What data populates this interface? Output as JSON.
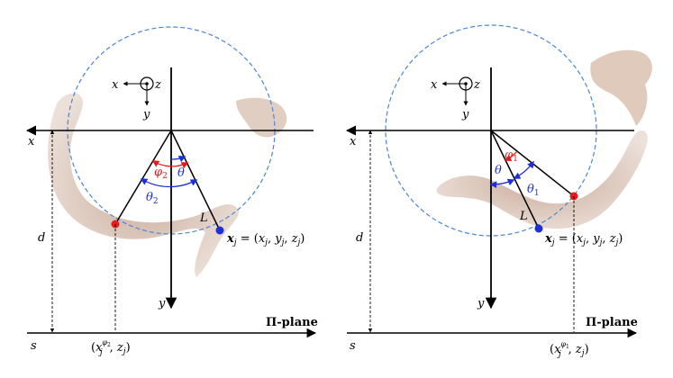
{
  "colors": {
    "axis": "#000000",
    "circle": "#4a86d8",
    "red": "#e41c1c",
    "blue": "#1f2fd8",
    "object_fill": "#c9a690",
    "object_dark": "#8a5a44"
  },
  "left_panel": {
    "coord_x": "x",
    "coord_y": "y",
    "coord_z": "z",
    "axis_x": "x",
    "axis_y": "y",
    "dist_label": "d",
    "axis_s": "s",
    "plane_label": "Π-plane",
    "angle_phi": "φ",
    "angle_phi_sub": "2",
    "angle_theta": "θ",
    "angle_theta2": "θ",
    "angle_theta2_sub": "2",
    "length_label": "L",
    "point_x": "x",
    "point_x_sub": "j",
    "point_eq": "= (x",
    "point_eq_rest": ", y",
    "point_eq_rest2": ", z",
    "point_close": ")",
    "proj_open": "(x",
    "proj_sup": "φ",
    "proj_sup_sub": "2",
    "proj_sub": "j",
    "proj_rest": ", z",
    "proj_close": ")"
  },
  "right_panel": {
    "coord_x": "x",
    "coord_y": "y",
    "coord_z": "z",
    "axis_x": "x",
    "axis_y": "y",
    "dist_label": "d",
    "axis_s": "s",
    "plane_label": "Π-plane",
    "angle_phi": "φ",
    "angle_phi_sub": "1",
    "angle_theta": "θ",
    "angle_theta1": "θ",
    "angle_theta1_sub": "1",
    "length_label": "L",
    "point_x": "x",
    "point_x_sub": "j",
    "point_eq": "= (x",
    "point_eq_rest": ", y",
    "point_eq_rest2": ", z",
    "point_close": ")",
    "proj_open": "(x",
    "proj_sup": "φ",
    "proj_sup_sub": "1",
    "proj_sub": "j",
    "proj_rest": ", z",
    "proj_close": ")"
  }
}
